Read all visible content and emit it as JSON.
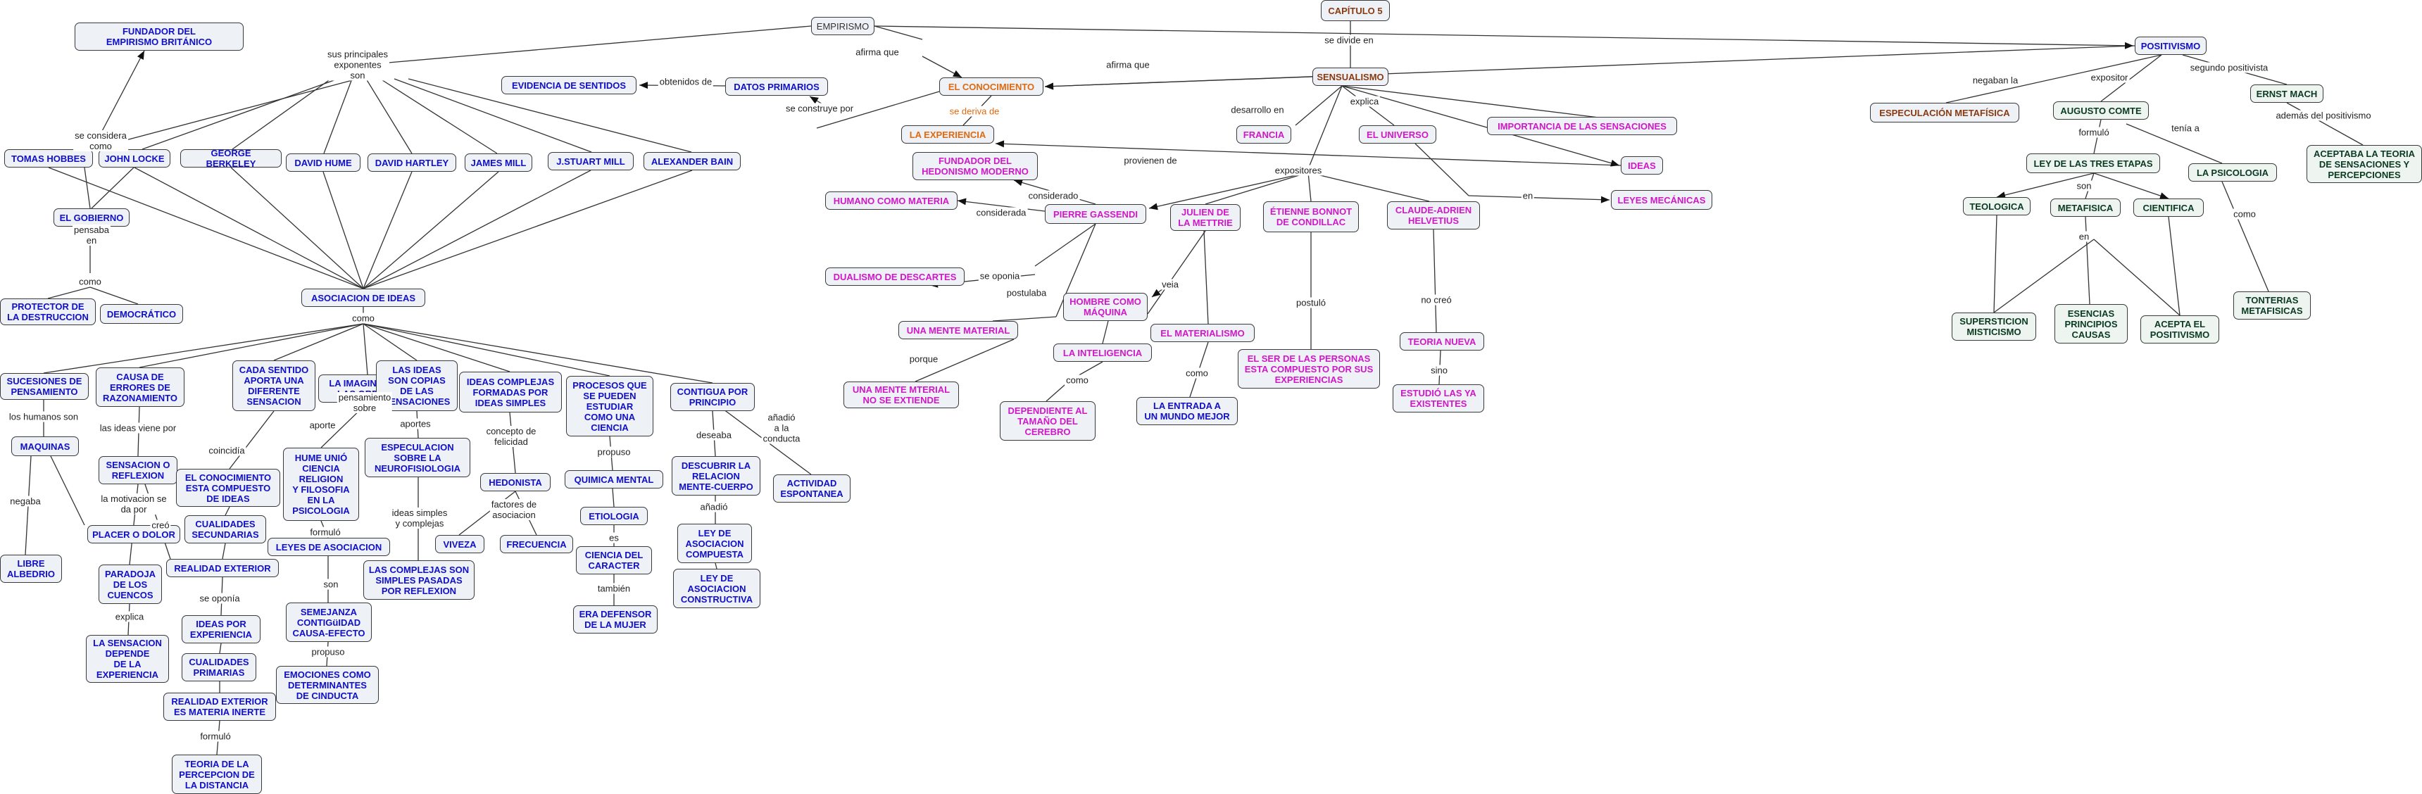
{
  "colors": {
    "blue": "#1010c8",
    "magenta": "#d018c8",
    "orange": "#e06a10",
    "dark_green": "#0b3a22",
    "brown": "#8a3a10"
  },
  "nodes": {
    "fundador_empirismo": "FUNDADOR DEL\nEMPIRISMO BRITÁNICO",
    "tomas_hobbes": "TOMAS HOBBES",
    "john_locke": "JOHN LOCKE",
    "george_berkeley": "GEORGE BERKELEY",
    "david_hume": "DAVID HUME",
    "david_hartley": "DAVID HARTLEY",
    "james_mill": "JAMES MILL",
    "jstuart_mill": "J.STUART MILL",
    "alexander_bain": "ALEXANDER BAIN",
    "el_gobierno": "EL GOBIERNO",
    "protector": "PROTECTOR DE\nLA DESTRUCCION",
    "democratico": "DEMOCRÁTICO",
    "asociacion_ideas": "ASOCIACION DE IDEAS",
    "evidencia_sentidos": "EVIDENCIA DE SENTIDOS",
    "datos_primarios": "DATOS PRIMARIOS",
    "empirismo": "EMPIRISMO",
    "capitulo5": "CAPÍTULO 5",
    "el_conocimiento": "EL CONOCIMIENTO",
    "la_experiencia": "LA EXPERIENCIA",
    "sensualismo": "SENSUALISMO",
    "positivismo": "POSITIVISMO",
    "francia": "FRANCIA",
    "el_universo": "EL UNIVERSO",
    "importancia_sensaciones": "IMPORTANCIA DE LAS SENSACIONES",
    "ideas": "IDEAS",
    "leyes_mecanicas": "LEYES MECÁNICAS",
    "fundador_hedonismo": "FUNDADOR DEL\nHEDONISMO MODERNO",
    "humano_materia": "HUMANO COMO MATERIA",
    "pierre_gassendi": "PIERRE GASSENDI",
    "julien": "JULIEN DE\nLA METTRIE",
    "etienne": "ÉTIENNE BONNOT\nDE CONDILLAC",
    "claude": "CLAUDE-ADRIEN\nHELVETIUS",
    "dualismo": "DUALISMO DE DESCARTES",
    "hombre_maquina": "HOMBRE COMO\nMÁQUINA",
    "una_mente_material": "UNA MENTE MATERIAL",
    "el_materialismo": "EL MATERIALISMO",
    "la_inteligencia": "LA INTELIGENCIA",
    "mente_material_no": "UNA MENTE MTERIAL\nNO SE EXTIENDE",
    "dependiente": "DEPENDIENTE AL\nTAMAÑO DEL\nCEREBRO",
    "entrada_mundo": "LA ENTRADA A\nUN MUNDO MEJOR",
    "ser_personas": "EL SER DE LAS PERSONAS\nESTA COMPUESTO POR SUS\nEXPERIENCIAS",
    "teoria_nueva": "TEORIA NUEVA",
    "estudio_ya": "ESTUDIÓ LAS YA\nEXISTENTES",
    "especulacion_metafisica": "ESPECULACIÓN METAFÍSICA",
    "augusto_comte": "AUGUSTO COMTE",
    "ernst_mach": "ERNST MACH",
    "aceptaba": "ACEPTABA LA TEORIA\nDE SENSACIONES Y\nPERCEPCIONES",
    "ley_tres_etapas": "LEY DE LAS TRES ETAPAS",
    "la_psicologia": "LA PSICOLOGIA",
    "teologica": "TEOLOGICA",
    "metafisica": "METAFISICA",
    "cientifica": "CIENTIFICA",
    "tonterias": "TONTERIAS\nMETAFISICAS",
    "superchicion": "SUPERSTICION\nMISTICISMO",
    "esencias": "ESENCIAS\nPRINCIPIOS\nCAUSAS",
    "acepta_positivismo": "ACEPTA EL\nPOSITIVISMO",
    "sucesiones": "SUCESIONES DE\nPENSAMIENTO",
    "causa_errores": "CAUSA DE\nERRORES DE\nRAZONAMIENTO",
    "cada_sentido": "CADA SENTIDO\nAPORTA UNA\nDIFERENTE\nSENSACION",
    "la_imaginacion": "LA IMAGINACION\nLAS ORDENA",
    "ideas_copias": "LAS IDEAS\nSON COPIAS\nDE LAS\nSENSACIONES",
    "ideas_complejas": "IDEAS COMPLEJAS\nFORMADAS POR\nIDEAS SIMPLES",
    "procesos": "PROCESOS QUE\nSE PUEDEN\nESTUDIAR\nCOMO UNA\nCIENCIA",
    "contigua": "CONTIGUA POR\nPRINCIPIO",
    "maquinas": "MAQUINAS",
    "sensacion_reflexion": "SENSACION O\nREFLEXION",
    "conocimiento_compuesto": "EL CONOCIMIENTO\nESTA COMPUESTO\nDE IDEAS",
    "hume_unio": "HUME UNIÓ\nCIENCIA\nRELIGION\nY FILOSOFIA\nEN LA\nPSICOLOGIA",
    "especulacion_neuro": "ESPECULACION\nSOBRE LA\nNEUROFISIOLOGIA",
    "hedonista": "HEDONISTA",
    "quimica_mental": "QUIMICA MENTAL",
    "descubrir": "DESCUBRIR LA\nRELACION\nMENTE-CUERPO",
    "actividad": "ACTIVIDAD\nESPONTANEA",
    "placer_dolor": "PLACER O DOLOR",
    "libre_albedrio": "LIBRE\nALBEDRIO",
    "cualidades_secundarias": "CUALIDADES\nSECUNDARIAS",
    "leyes_asociacion": "LEYES DE ASOCIACION",
    "las_complejas": "LAS COMPLEJAS SON\nSIMPLES PASADAS\nPOR REFLEXION",
    "viveza": "VIVEZA",
    "frecuencia": "FRECUENCIA",
    "etiologia": "ETIOLOGIA",
    "ley_compuesta": "LEY DE\nASOCIACION\nCOMPUESTA",
    "paradoja": "PARADOJA\nDE LOS\nCUENCOS",
    "realidad_exterior": "REALIDAD EXTERIOR",
    "semejanza": "SEMEJANZA\nCONTIGüIDAD\nCAUSA-EFECTO",
    "ciencia_caracter": "CIENCIA DEL\nCARACTER",
    "ley_constructiva": "LEY DE\nASOCIACION\nCONSTRUCTIVA",
    "ideas_experiencia": "IDEAS POR\nEXPERIENCIA",
    "sensacion_depende": "LA SENSACION\nDEPENDE\nDE LA\nEXPERIENCIA",
    "cualidades_primarias": "CUALIDADES\nPRIMARIAS",
    "emociones": "EMOCIONES COMO\nDETERMINANTES\nDE CINDUCTA",
    "era_defensor": "ERA DEFENSOR\nDE LA MUJER",
    "realidad_inerte": "REALIDAD EXTERIOR\nES MATERIA INERTE",
    "teoria_percepcion": "TEORIA DE LA\nPERCEPCION DE\nLA DISTANCIA"
  },
  "labels": {
    "sus_principales": "sus principales\nexponentes\nson",
    "se_considera": "se considera\ncomo",
    "pensaba_en": "pensaba\nen",
    "como_gob": "como",
    "pensamiento_sobre": "pensamiento\nsobre",
    "como_asoc": "como",
    "obtenidos_de": "obtenidos de",
    "afirma_que1": "afirma que",
    "afirma_que2": "afirma que",
    "se_divide_en": "se divide en",
    "se_construye_por": "se construye por",
    "se_deriva_de": "se deriva de",
    "desarrollo_en": "desarrollo en",
    "explica": "explica",
    "exponentes": "expositores",
    "provienen_de": "provienen de",
    "considerado": "considerado",
    "considerada": "considerada",
    "se_oponia": "se oponia",
    "postulaba": "postulaba",
    "veia": "veia",
    "porque": "porque",
    "como_intel": "como",
    "como_mat": "como",
    "postuló": "postuló",
    "no_creo": "no creó",
    "sino": "sino",
    "en_leyes": "en",
    "negaban_la": "negaban la",
    "expositor": "expositor",
    "segundo_positivista": "segundo positivista",
    "formuló_comte": "formuló",
    "tenia_a": "tenía a",
    "ademas_del": "además del positivismo",
    "son": "son",
    "en_etapas": "en",
    "como_psic": "como",
    "los_humanos_son": "los humanos son",
    "las_ideas_viene": "las ideas viene por",
    "coincidia": "coincidía",
    "aporte": "aporte",
    "aportes": "aportes",
    "concepto_felicidad": "concepto de\nfelicidad",
    "propuso1": "propuso",
    "deseaba": "deseaba",
    "añadio_conducta": "añadió\na la\nconducta",
    "negaba": "negaba",
    "motivacion": "la motivacion se\nda por",
    "creo": "creó",
    "formuló_hume": "formuló",
    "ideas_simples": "ideas simples\ny complejas",
    "factores": "factores de\nasociacion",
    "es": "es",
    "añadio": "añadió",
    "se_oponia2": "se oponía",
    "son2": "son",
    "explica2": "explica",
    "propuso2": "propuso",
    "tambien": "también",
    "formuló_berk": "formuló"
  }
}
